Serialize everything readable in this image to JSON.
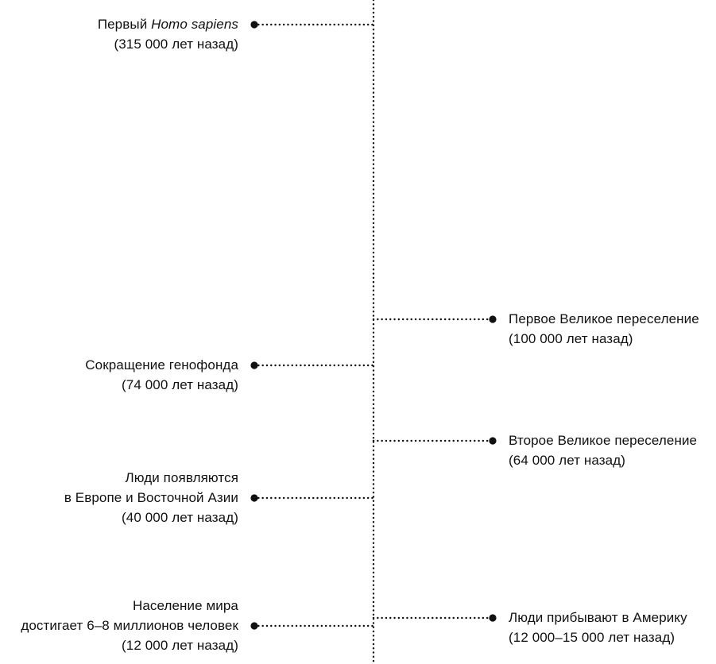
{
  "events": [
    {
      "id": "first-homo-sapiens",
      "side": "left",
      "lines": [
        [
          {
            "text": "Первый "
          },
          {
            "text": "Homo sapiens",
            "italic": true
          }
        ],
        [
          {
            "text": "(315 000 лет назад)"
          }
        ]
      ]
    },
    {
      "id": "first-great-migration",
      "side": "right",
      "lines": [
        [
          {
            "text": "Первое Великое переселение"
          }
        ],
        [
          {
            "text": "(100 000 лет назад)"
          }
        ]
      ]
    },
    {
      "id": "gene-pool-reduction",
      "side": "left",
      "lines": [
        [
          {
            "text": "Сокращение генофонда"
          }
        ],
        [
          {
            "text": "(74 000 лет назад)"
          }
        ]
      ]
    },
    {
      "id": "second-great-migration",
      "side": "right",
      "lines": [
        [
          {
            "text": "Второе Великое переселение"
          }
        ],
        [
          {
            "text": "(64 000 лет назад)"
          }
        ]
      ]
    },
    {
      "id": "humans-europe-east-asia",
      "side": "left",
      "lines": [
        [
          {
            "text": "Люди появляются"
          }
        ],
        [
          {
            "text": "в Европе и Восточной Азии"
          }
        ],
        [
          {
            "text": "(40 000 лет назад)"
          }
        ]
      ]
    },
    {
      "id": "world-population-6-8-million",
      "side": "left",
      "lines": [
        [
          {
            "text": "Население мира"
          }
        ],
        [
          {
            "text": "достигает 6–8 миллионов человек"
          }
        ],
        [
          {
            "text": "(12 000 лет назад)"
          }
        ]
      ]
    },
    {
      "id": "humans-arrive-america",
      "side": "right",
      "lines": [
        [
          {
            "text": "Люди прибывают в Америку"
          }
        ],
        [
          {
            "text": "(12 000–15 000 лет назад)"
          }
        ]
      ]
    }
  ]
}
